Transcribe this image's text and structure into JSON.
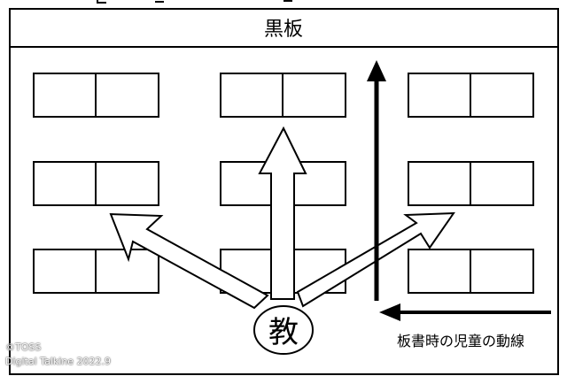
{
  "blackboard_label": "黒板",
  "teacher_label": "教",
  "legend_text": "板書時の児童の動線",
  "credit": {
    "line1": "©TOSS",
    "line2": "Digital Talkine 2022.9"
  },
  "icons": {
    "solid_arrow": "solid-up-arrow",
    "hollow_arrow": "hollow-arrow"
  },
  "colors": {
    "stroke": "#000000",
    "background": "#ffffff"
  }
}
